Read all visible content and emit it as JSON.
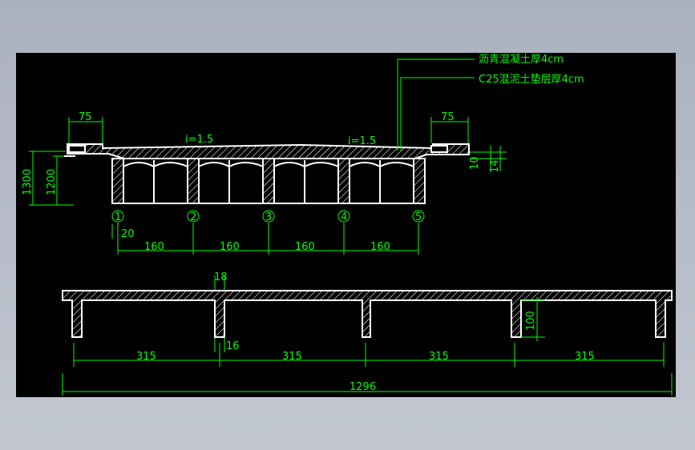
{
  "colors": {
    "line": "#ffffff",
    "dimension": "#00ff00",
    "background": "#000000",
    "frame": "#b6bcc8"
  },
  "callouts": {
    "asphalt_layer": "沥青混凝土厚4cm",
    "c25_layer": "C25混泥土垫层厚4cm"
  },
  "section_top": {
    "slope_left": "i=1.5",
    "slope_right": "i=1.5",
    "dim_cantilever_left": "75",
    "dim_cantilever_right": "75",
    "dim_height_total": "1300",
    "dim_height_girder": "1200",
    "dim_deck_thickness_a": "10",
    "dim_deck_thickness_b": "14",
    "dim_web_width": "20",
    "girder_marks": [
      "1",
      "2",
      "3",
      "4",
      "5"
    ],
    "spacing_labels": [
      "160",
      "160",
      "160",
      "160"
    ]
  },
  "section_bottom": {
    "dim_flange": "18",
    "dim_web": "16",
    "dim_depth": "100",
    "span_labels": [
      "315",
      "315",
      "315",
      "315"
    ],
    "total_length": "1296"
  }
}
